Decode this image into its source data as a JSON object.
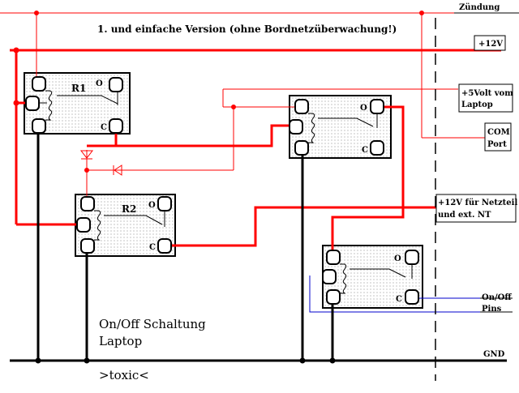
{
  "diagram": {
    "title": "1. und einfache Version (ohne Bordnetzüberwachung!)",
    "labels": {
      "zuendung": "Zündung",
      "v12": "+12V",
      "v5_line1": "+5Volt vom",
      "v5_line2": "Laptop",
      "com_line1": "COM",
      "com_line2": "Port",
      "netzteil_line1": "+12V für Netzteil",
      "netzteil_line2": "und ext. NT",
      "onoff_line1": "On/Off",
      "onoff_line2": "Pins",
      "gnd": "GND"
    },
    "caption_line1": "On/Off Schaltung",
    "caption_line2": "Laptop",
    "signature": ">toxic<",
    "relays": [
      {
        "name": "R1",
        "term_o": "O",
        "term_c": "C"
      },
      {
        "name": "R2",
        "term_o": "O",
        "term_c": "C"
      },
      {
        "name": "",
        "term_o": "O",
        "term_c": "C"
      },
      {
        "name": "",
        "term_o": "O",
        "term_c": "C"
      }
    ],
    "colors": {
      "power": "#ff0000",
      "signal": "#ff0000",
      "ground": "#000000",
      "onoff": "#0000cc",
      "boundary": "#000000"
    }
  }
}
